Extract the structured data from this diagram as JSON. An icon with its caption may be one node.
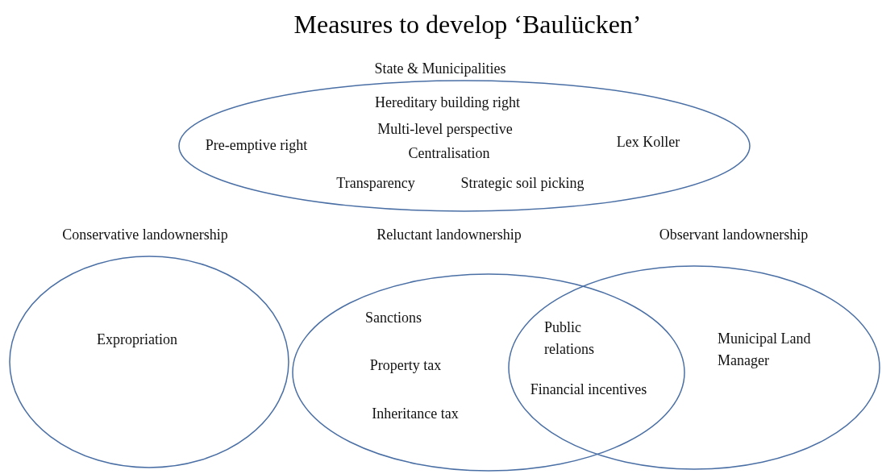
{
  "diagram": {
    "title": "Measures to develop ‘Baulücken’",
    "nodes": [
      {
        "text": [
          "State & Municipalities",
          "Hereditary building right",
          "Multi-level perspective",
          "Centralisation",
          "Pre-emptive right",
          "Lex Koller",
          "Transparency",
          "Strategic soil picking"
        ]
      },
      {
        "text": [
          "Conservative landownership",
          "Expropriation"
        ]
      },
      {
        "text": [
          "Reluctant landownership",
          "Sanctions",
          "Property tax",
          "Inheritance tax"
        ]
      },
      {
        "text": [
          "Observant landownership",
          "Municipal Land Manager"
        ]
      }
    ],
    "edges": [],
    "labels": [
      "Public relations",
      "Financial incentives"
    ]
  }
}
